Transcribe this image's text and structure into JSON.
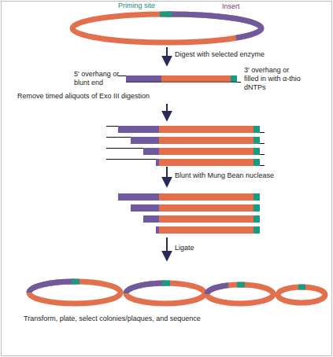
{
  "diagram": {
    "labels": [
      "Priming site",
      "Insert",
      "Digest with selected enzyme",
      "5' overhang or blunt end",
      "3' overhang or filled in with α-thio dNTPs",
      "Remove timed aliquots of Exo III digestion",
      "Blunt with Mung Bean nuclease",
      "Ligate",
      "Transform, plate, select colonies/plaques, and sequence"
    ]
  }
}
